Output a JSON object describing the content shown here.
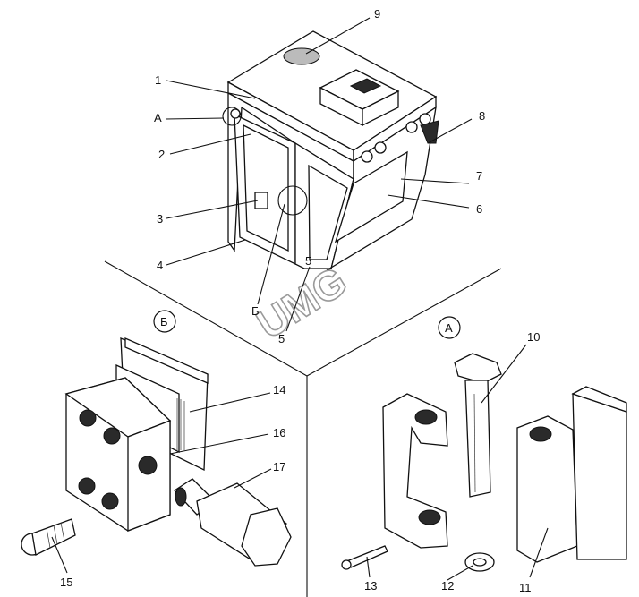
{
  "watermark": "UMG",
  "views": {
    "b": {
      "label": "Б"
    },
    "a": {
      "label": "А"
    }
  },
  "callouts": {
    "n1": "1",
    "n2": "2",
    "n3": "3",
    "n4": "4",
    "n5a": "5",
    "n5b": "5",
    "n6": "6",
    "n7": "7",
    "n8": "8",
    "n9": "9",
    "n10": "10",
    "n11": "11",
    "n12": "12",
    "n13": "13",
    "n14": "14",
    "n15": "15",
    "n16": "16",
    "n17": "17",
    "ref_a": "А",
    "ref_b": "Б"
  },
  "icons": {
    "wm": "watermark-text",
    "circle": "view-marker-circle"
  }
}
